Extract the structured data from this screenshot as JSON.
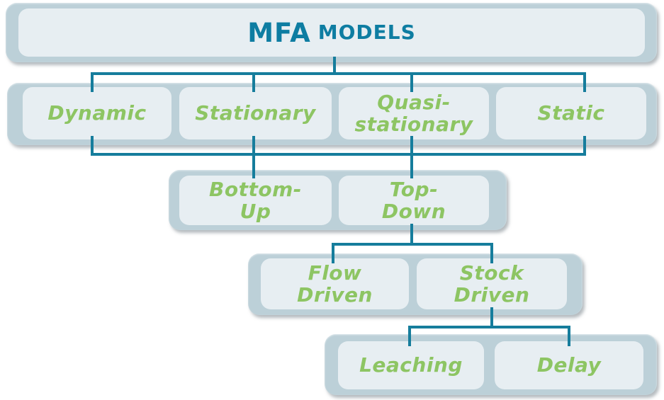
{
  "title": {
    "brand": "MFA",
    "word": "MODELS"
  },
  "palette": {
    "tray_fill": "#BCD0D8",
    "node_fill": "#E7EEF2",
    "connector_teal": "#167D9C",
    "label_green": "#8DC563",
    "title_teal": "#0E7DA2",
    "background": "#FFFFFF"
  },
  "nodes": {
    "dynamic": {
      "lines": [
        "Dynamic"
      ]
    },
    "stationary": {
      "lines": [
        "Stationary"
      ]
    },
    "quasi_stationary": {
      "lines": [
        "Quasi-",
        "stationary"
      ]
    },
    "static": {
      "lines": [
        "Static"
      ]
    },
    "bottom_up": {
      "lines": [
        "Bottom-",
        "Up"
      ]
    },
    "top_down": {
      "lines": [
        "Top-",
        "Down"
      ]
    },
    "flow_driven": {
      "lines": [
        "Flow",
        "Driven"
      ]
    },
    "stock_driven": {
      "lines": [
        "Stock",
        "Driven"
      ]
    },
    "leaching": {
      "lines": [
        "Leaching"
      ]
    },
    "delay": {
      "lines": [
        "Delay"
      ]
    }
  }
}
